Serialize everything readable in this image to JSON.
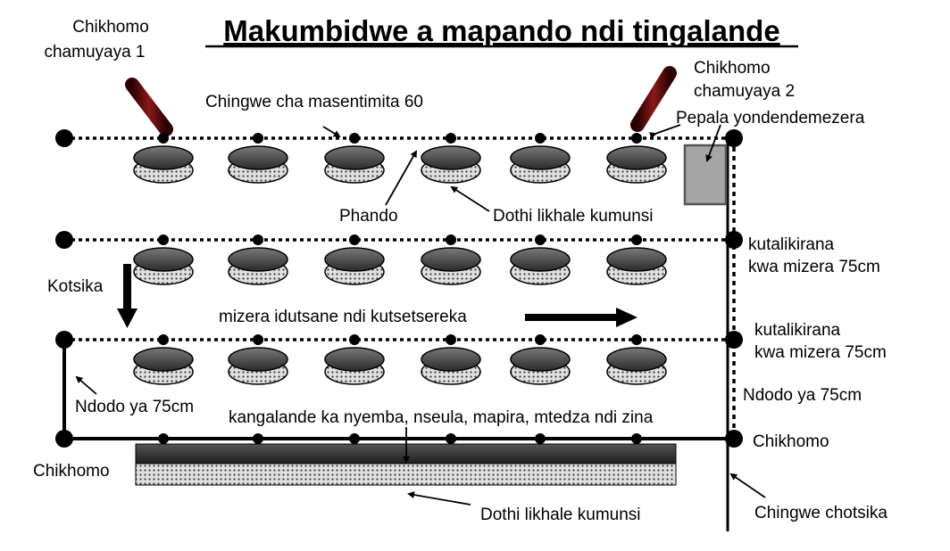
{
  "title": "Makumbidwe  a mapando ndi tingalande",
  "labels": {
    "stake1": [
      "Chikhomo",
      "chamuyaya  1"
    ],
    "stake2": [
      "Chikhomo",
      "chamuyaya 2"
    ],
    "string60": "Chingwe cha masentimita 60",
    "pepala": "Pepala yondendemezera",
    "phando": "Phando",
    "dothi_top": "Dothi likhale kumunsi",
    "kutali1": [
      "kutalikirana",
      "kwa mizera 75cm"
    ],
    "kutali2": [
      "kutalikirana",
      "kwa mizera 75cm"
    ],
    "kotsika": "Kotsika",
    "mizera": "mizera idutsane ndi kutsetsereka",
    "ndodo_left": "Ndodo ya 75cm",
    "ndodo_right": "Ndodo ya 75cm",
    "kangalande": "kangalande ka nyemba, nseula, mapira, mtedza ndi zina",
    "chikhomo_left": "Chikhomo",
    "chikhomo_right": "Chikhomo",
    "dothi_bottom": "Dothi likhale kumunsi",
    "chingwe_chotsika": "Chingwe chotsika"
  },
  "colors": {
    "ink": "#000000",
    "stake": "#5a0a0a",
    "mound_top": "#444444",
    "mound_base": "#d6d6d6",
    "paper": "#a6a6a6",
    "ridge_top": "#333333"
  }
}
